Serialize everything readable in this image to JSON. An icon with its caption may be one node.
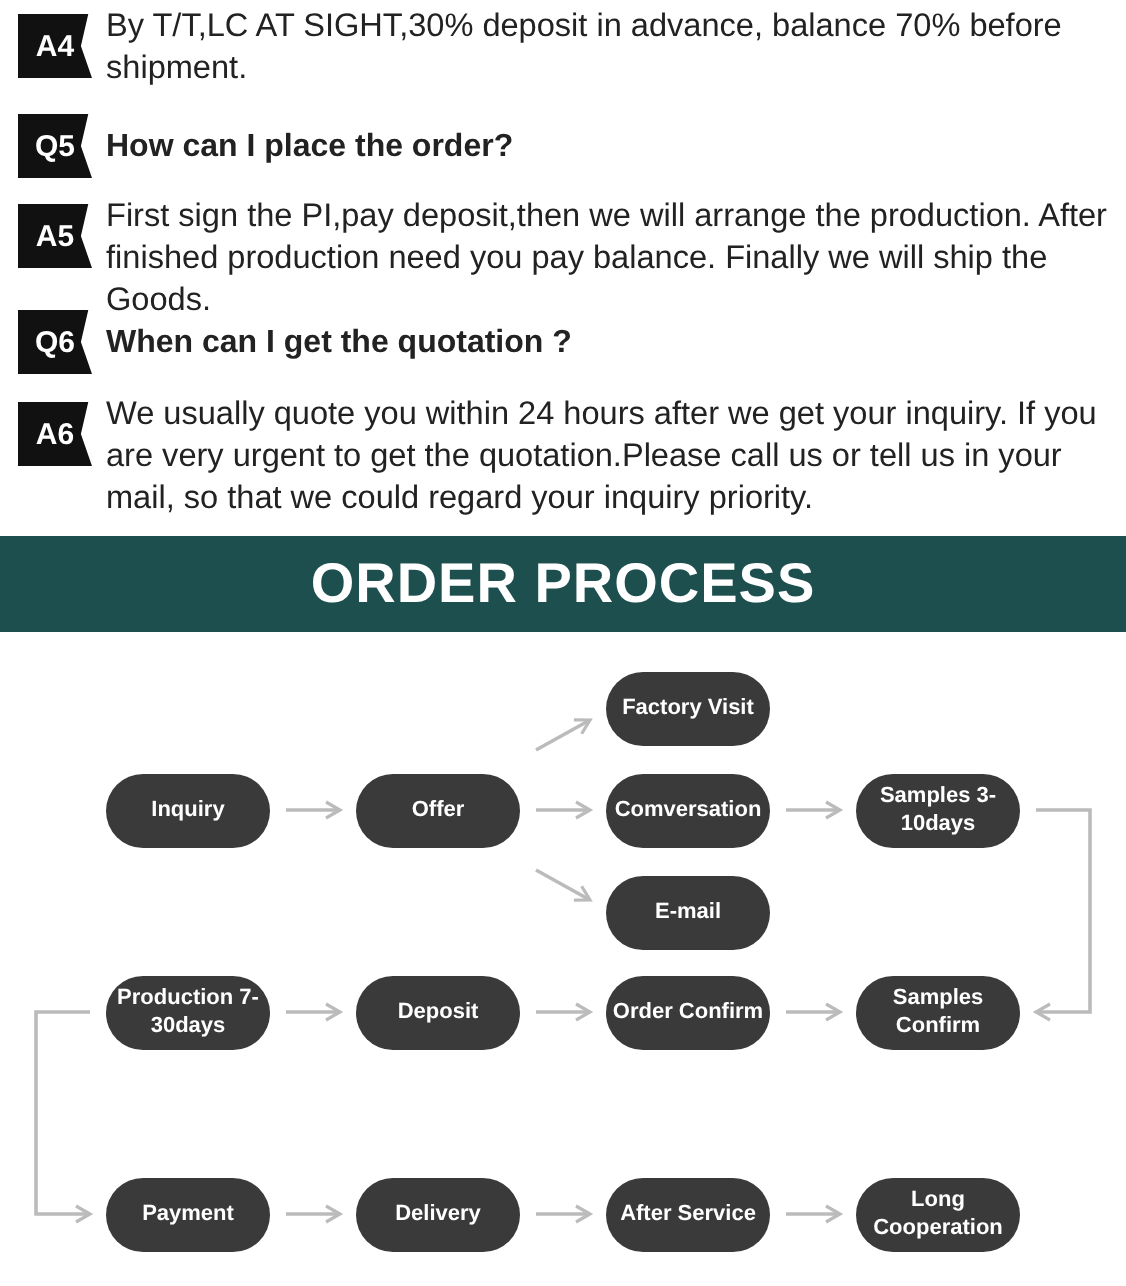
{
  "diagram": {
    "nodes": [
      {
        "text": [
          "A4"
        ],
        "beside": [
          "By T/T,LC AT SIGHT,30% deposit in advance, balance 70% before shipment."
        ]
      },
      {
        "text": [
          "Q5"
        ],
        "beside": [
          "How can I place the order?"
        ]
      },
      {
        "text": [
          "A5"
        ],
        "beside": [
          "First sign the PI,pay deposit,then we will arrange the production. After finished production need you pay  balance. Finally we will ship the Goods."
        ]
      },
      {
        "text": [
          "Q6"
        ],
        "beside": [
          "When can I get the quotation ?"
        ]
      },
      {
        "text": [
          "A6"
        ],
        "beside": [
          "We usually quote you within 24 hours after we get your inquiry. If you are very urgent to get the quotation.Please call us or tell us in your mail, so that we could regard your inquiry priority."
        ]
      },
      {
        "text": [
          "ORDER PROCESS"
        ]
      },
      {
        "text": [
          "Inquiry"
        ]
      },
      {
        "text": [
          "Offer"
        ]
      },
      {
        "text": [
          "Factory Visit"
        ]
      },
      {
        "text": [
          "Comversation"
        ]
      },
      {
        "text": [
          "Samples 3-10days"
        ]
      },
      {
        "text": [
          "E-mail"
        ]
      },
      {
        "text": [
          "Production 7-30days"
        ]
      },
      {
        "text": [
          "Deposit"
        ]
      },
      {
        "text": [
          "Order Confirm"
        ]
      },
      {
        "text": [
          "Samples Confirm"
        ]
      },
      {
        "text": [
          "Payment"
        ]
      },
      {
        "text": [
          "Delivery"
        ]
      },
      {
        "text": [
          "After Service"
        ]
      },
      {
        "text": [
          "Long Cooperation"
        ]
      }
    ],
    "edges": [
      {
        "from": 6,
        "to": 7,
        "arrow": "to"
      },
      {
        "from": 7,
        "to": 8,
        "arrow": "to"
      },
      {
        "from": 7,
        "to": 9,
        "arrow": "to"
      },
      {
        "from": 7,
        "to": 11,
        "arrow": "to"
      },
      {
        "from": 9,
        "to": 10,
        "arrow": "to"
      },
      {
        "from": 10,
        "to": 15,
        "arrow": "to"
      },
      {
        "from": 12,
        "to": 13,
        "arrow": "to"
      },
      {
        "from": 13,
        "to": 14,
        "arrow": "to"
      },
      {
        "from": 14,
        "to": 15,
        "arrow": "to"
      },
      {
        "from": 12,
        "to": 16,
        "arrow": "to"
      },
      {
        "from": 16,
        "to": 17,
        "arrow": "to"
      },
      {
        "from": 17,
        "to": 18,
        "arrow": "to"
      },
      {
        "from": 18,
        "to": 19,
        "arrow": "to"
      }
    ]
  }
}
